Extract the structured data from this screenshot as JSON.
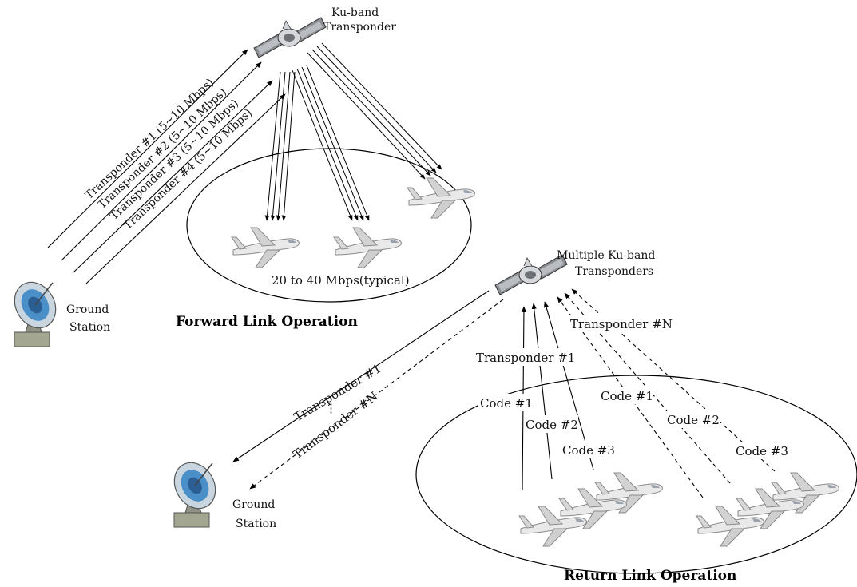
{
  "forward": {
    "satellite_label": [
      "Ku-band",
      "Transponder"
    ],
    "uplinks": [
      "Transponder #1 (5~10 Mbps)",
      "Transponder #2 (5~10 Mbps)",
      "Transponder #3 (5~10 Mbps)",
      "Transponder #4 (5~10 Mbps)"
    ],
    "coverage_rate": "20 to 40 Mbps(typical)",
    "ground_station": [
      "Ground",
      "Station"
    ],
    "title": "Forward Link Operation"
  },
  "return": {
    "satellite_label": [
      "Multiple Ku-band",
      "Transponders"
    ],
    "transponder_1": "Transponder #1",
    "transponder_n": "Transponder #N",
    "downlink_1": "Transponder #1",
    "downlink_n": "Transponder #N",
    "codes_group1": [
      "Code #1",
      "Code #2",
      "Code #3"
    ],
    "codes_group2": [
      "Code #1",
      "Code #2",
      "Code #3"
    ],
    "ground_station": [
      "Ground",
      "Station"
    ],
    "title": "Return Link Operation"
  }
}
